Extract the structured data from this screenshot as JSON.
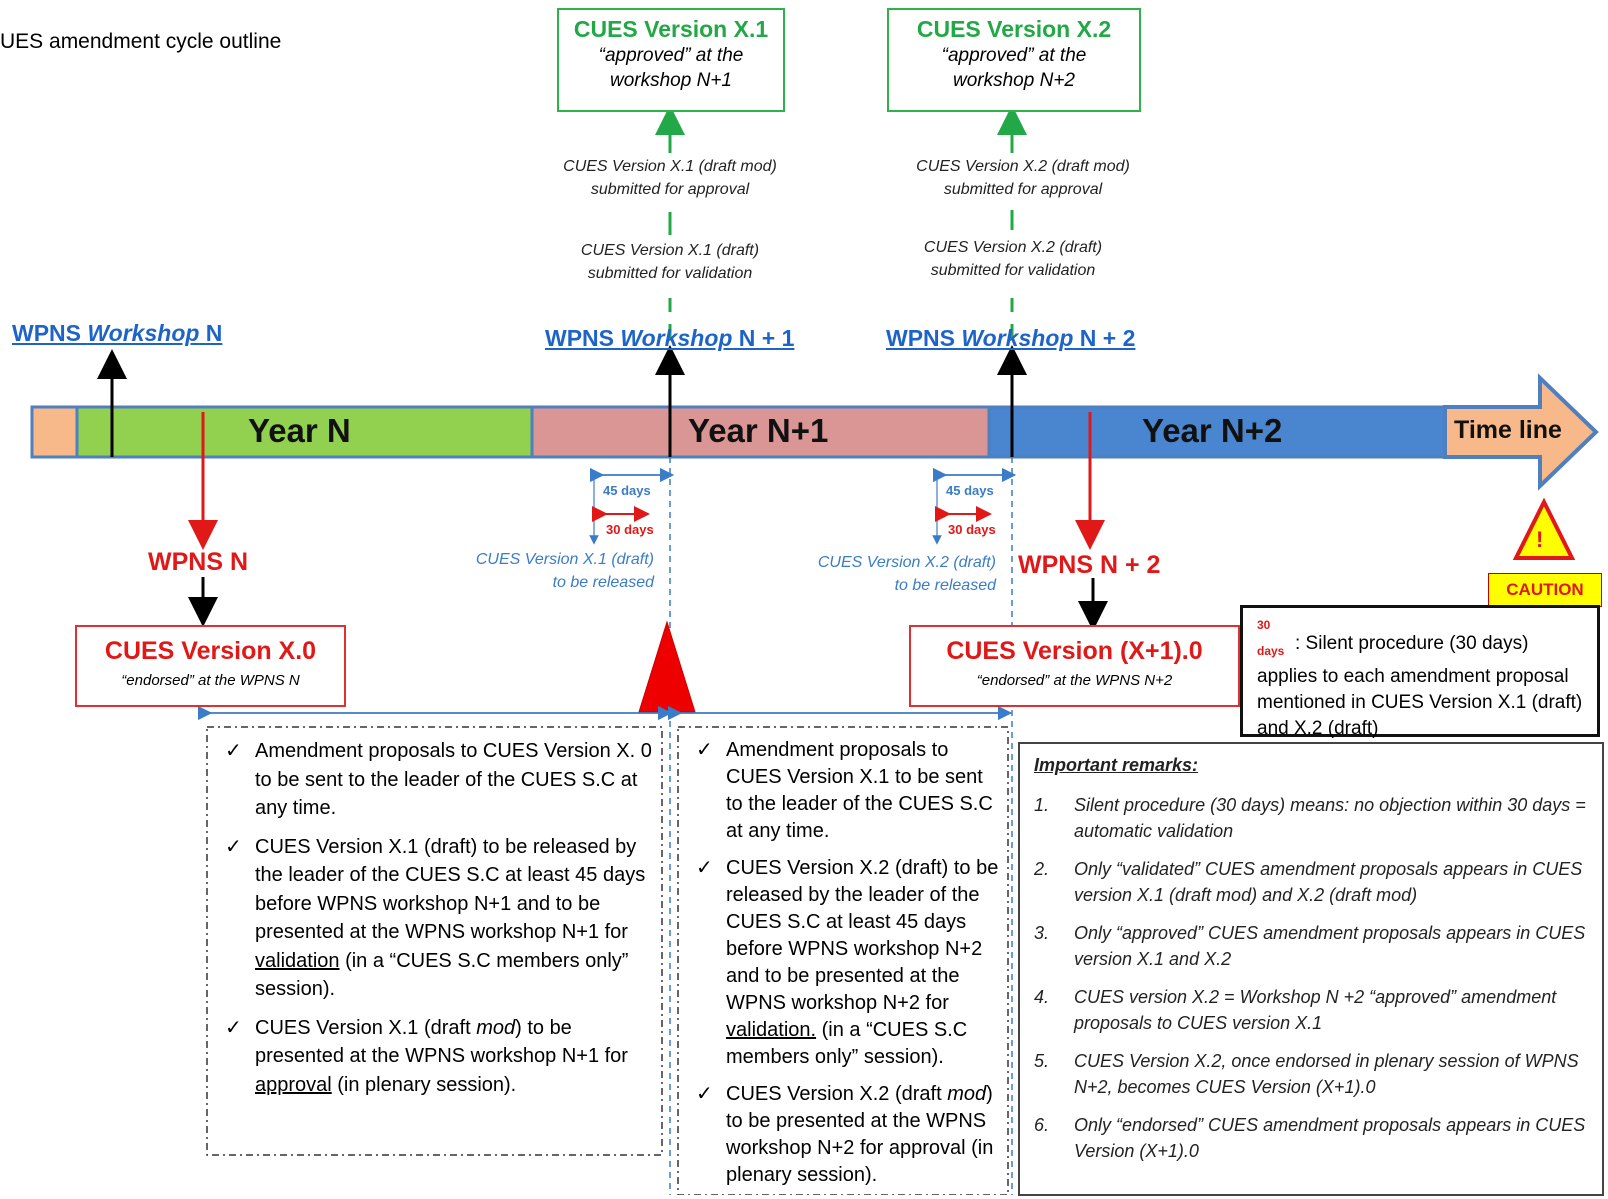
{
  "title": "UES amendment cycle outline",
  "versions": {
    "x1": {
      "title": "CUES Version X.1",
      "line1": "“approved” at the",
      "line2": "workshop N+1"
    },
    "x2": {
      "title": "CUES Version X.2",
      "line1": "“approved” at the",
      "line2": "workshop N+2"
    }
  },
  "steps": {
    "x1_approval_1": "CUES Version X.1 (draft mod)",
    "x1_approval_2": "submitted for approval",
    "x1_validation_1": "CUES Version X.1 (draft)",
    "x1_validation_2": "submitted for validation",
    "x2_approval_1": "CUES Version X.2 (draft mod)",
    "x2_approval_2": "submitted for approval",
    "x2_validation_1": "CUES Version X.2 (draft)",
    "x2_validation_2": "submitted for validation"
  },
  "workshops": [
    {
      "pre": "WPNS ",
      "mid": "Workshop",
      "post": " N"
    },
    {
      "pre": "WPNS ",
      "mid": "Workshop",
      "post": " N + 1"
    },
    {
      "pre": "WPNS ",
      "mid": "Workshop",
      "post": " N + 2"
    }
  ],
  "timeline": {
    "year_n": "Year N",
    "year_n1": "Year N+1",
    "year_n2": "Year N+2",
    "label": "Time line",
    "colors": {
      "pre": "#f7b98a",
      "year_n": "#92d050",
      "year_n1": "#d99694",
      "year_n2": "#4a86d0",
      "arrow": "#4f7fbf"
    }
  },
  "periods": {
    "d45": "45 days",
    "d30": "30 days"
  },
  "releases": {
    "x1_1": "CUES Version X.1 (draft)",
    "x1_2": "to be released",
    "x2_1": "CUES Version X.2 (draft)",
    "x2_2": "to be released"
  },
  "wpns": {
    "n": "WPNS N",
    "n2": "WPNS N + 2"
  },
  "endorsed": {
    "x0": {
      "title": "CUES Version X.0",
      "sub": "“endorsed”  at the WPNS N"
    },
    "x10": {
      "title": "CUES Version (X+1).0",
      "sub": "“endorsed”  at the WPNS N+2"
    }
  },
  "left_list": {
    "i1": "Amendment proposals to CUES  Version X. 0 to be sent to the leader of the CUES S.C at any time.",
    "i2a": " CUES  Version X.1 (draft) to be released by the leader of the CUES S.C at least 45 days before WPNS workshop N+1 and to be presented at the WPNS workshop N+1 for ",
    "i2u": "validation",
    "i2b": " (in a “CUES S.C members only” session).",
    "i3a": "CUES Version X.1 (draft ",
    "i3m": "mod",
    "i3b": ") to be presented at the WPNS workshop N+1 for ",
    "i3u": "approval",
    "i3c": " (in plenary session)."
  },
  "right_list": {
    "i1": "Amendment proposals to CUES Version X.1 to be sent to the leader of the CUES S.C at any time.",
    "i2a": " CUES Version X.2 (draft) to be released by the leader of the CUES S.C at least 45 days before WPNS workshop N+2 and to be presented at the WPNS workshop N+2 for ",
    "i2u": "validation.",
    "i2b": " (in a “CUES S.C members only” session).",
    "i3a": "CUES Version X.2 (draft ",
    "i3m": "mod",
    "i3b": ") to be presented at the WPNS workshop N+2 for approval (in plenary session)."
  },
  "silent_note": {
    "days": "30 days",
    "text": ": Silent procedure (30 days) applies to each amendment proposal  mentioned in CUES Version X.1 (draft) and X.2 (draft)"
  },
  "caution": {
    "mark": "!",
    "label": "CAUTION"
  },
  "remarks": {
    "heading": "Important  remarks:",
    "items": [
      {
        "n": "1.",
        "t": "Silent procedure (30 days) means: no objection within 30 days = automatic validation"
      },
      {
        "n": "2.",
        "t": "Only “validated” CUES amendment proposals appears in CUES version X.1 (draft mod) and X.2 (draft mod)"
      },
      {
        "n": "3.",
        "t": "Only “approved” CUES amendment proposals appears in CUES version X.1 and X.2"
      },
      {
        "n": "4.",
        "t": "CUES version X.2 =  Workshop N +2 “approved” amendment proposals to CUES version X.1"
      },
      {
        "n": "5.",
        "t": "CUES Version X.2, once endorsed in plenary session of WPNS N+2, becomes CUES Version (X+1).0"
      },
      {
        "n": "6.",
        "t": "Only “endorsed” CUES amendment proposals  appears in CUES Version (X+1).0"
      }
    ]
  }
}
